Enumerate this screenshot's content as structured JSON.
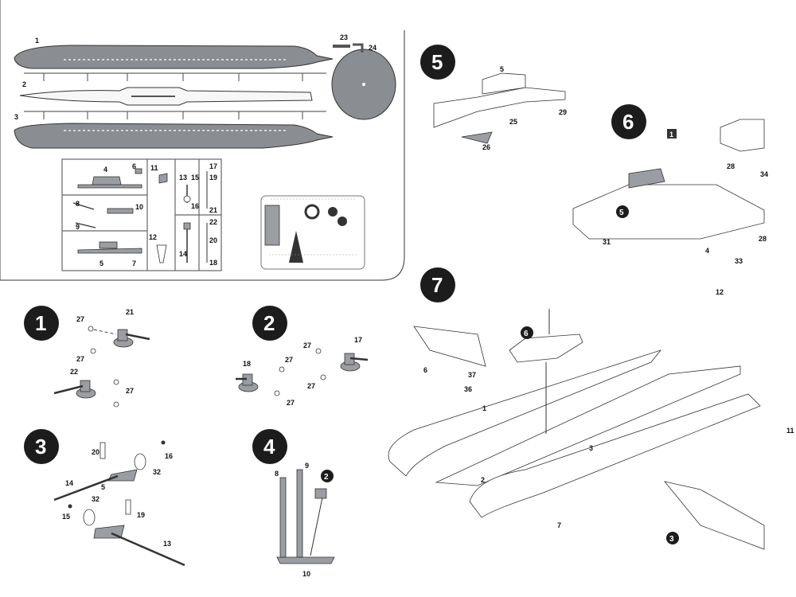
{
  "sprue_labels": {
    "p1": "1",
    "p2": "2",
    "p3": "3",
    "p23": "23",
    "p24": "24",
    "p4": "4",
    "p6": "6",
    "p8": "8",
    "p10": "10",
    "p9": "9",
    "p5": "5",
    "p7": "7",
    "p11": "11",
    "p12": "12",
    "p13": "13",
    "p14": "14",
    "p15": "15",
    "p16": "16",
    "p17": "17",
    "p18": "18",
    "p19": "19",
    "p20": "20",
    "p21": "21",
    "p22": "22"
  },
  "steps": {
    "s1": "1",
    "s2": "2",
    "s3": "3",
    "s4": "4",
    "s5": "5",
    "s6": "6",
    "s7": "7"
  },
  "step1": {
    "a": "21",
    "b": "27",
    "c": "27",
    "d": "22",
    "e": "27"
  },
  "step2": {
    "a": "17",
    "b": "27",
    "c": "27",
    "d": "18",
    "e": "27",
    "f": "27"
  },
  "step3": {
    "a": "20",
    "b": "16",
    "c": "32",
    "d": "14",
    "e": "5",
    "f": "32",
    "g": "15",
    "h": "19",
    "i": "13"
  },
  "step4": {
    "a": "8",
    "b": "9",
    "c": "10"
  },
  "step5": {
    "a": "5",
    "b": "25",
    "c": "29",
    "d": "26"
  },
  "step6": {
    "a": "28",
    "b": "34",
    "c": "31",
    "d": "4",
    "e": "33",
    "f": "28",
    "g": "5"
  },
  "step7": {
    "a": "12",
    "b": "6",
    "c": "37",
    "d": "6",
    "e": "36",
    "f": "1",
    "g": "3",
    "h": "2",
    "i": "7",
    "j": "11"
  }
}
